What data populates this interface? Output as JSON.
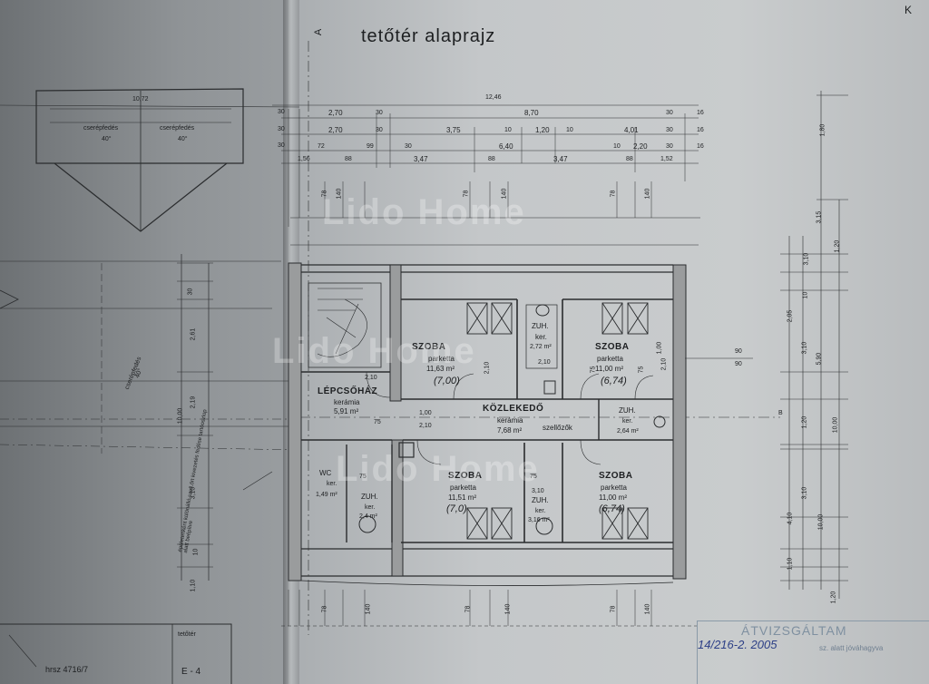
{
  "title": "tetőtér alaprajz",
  "rooms": {
    "lepcsohaz": {
      "name": "LÉPCSŐHÁZ",
      "floor": "kerámia",
      "area": "5,91 m²"
    },
    "szoba1": {
      "name": "SZOBA",
      "floor": "parketta",
      "area": "11,63 m²",
      "hand": "(7,00)"
    },
    "zuh1": {
      "name": "ZUH.",
      "floor": "ker.",
      "area": "2,72 m²"
    },
    "szoba2": {
      "name": "SZOBA",
      "floor": "parketta",
      "area": "11,00 m²",
      "hand": "(6,74)"
    },
    "kozleked": {
      "name": "KÖZLEKEDŐ",
      "floor": "kerámia",
      "area": "7,68 m²",
      "note": "szellőzők"
    },
    "zuh2": {
      "name": "ZUH.",
      "floor": "ker.",
      "area": "2,64 m²"
    },
    "wc": {
      "name": "WC",
      "floor": "ker.",
      "area": "1,49 m²"
    },
    "zuh3": {
      "name": "ZUH.",
      "floor": "ker.",
      "area": "2,4 m²"
    },
    "szoba3": {
      "name": "SZOBA",
      "floor": "parketta",
      "area": "11,51 m²",
      "hand": "(7,0)"
    },
    "zuh4": {
      "name": "ZUH.",
      "floor": "ker.",
      "area": "3,16 m²"
    },
    "szoba4": {
      "name": "SZOBA",
      "floor": "parketta",
      "area": "11,00 m²",
      "hand": "(6,74)"
    }
  },
  "dims": {
    "total_top": "12,46",
    "row1": [
      "30",
      "2,70",
      "30",
      "8,70",
      "30",
      "16"
    ],
    "row2": [
      "30",
      "2,70",
      "30",
      "3,75",
      "10",
      "1,20",
      "10",
      "4,01",
      "30",
      "16"
    ],
    "row3": [
      "30",
      "72",
      "99",
      "30",
      "6,40",
      "10",
      "2,20",
      "30",
      "16"
    ],
    "row4": [
      "1,56",
      "88",
      "3,47",
      "88",
      "3,47",
      "88",
      "1,52"
    ],
    "verticals": [
      "78",
      "140",
      "78",
      "140",
      "78",
      "140",
      "78",
      "140"
    ],
    "right": [
      "1,80",
      "3,15",
      "1,20",
      "3,10",
      "10",
      "2,05",
      "3,10",
      "5,90",
      "10,00",
      "1,20",
      "3,10",
      "4,10",
      "1,10",
      "1,20",
      "10,00"
    ],
    "left_vertical": [
      "30",
      "2,61",
      "2,19",
      "10,00",
      "3,10",
      "10",
      "1,10"
    ],
    "misc": [
      "90",
      "90",
      "2,10",
      "2,10",
      "75",
      "75",
      "1,00",
      "2,10",
      "2,10",
      "75",
      "1,00",
      "2,10",
      "75",
      "3,10",
      "75"
    ]
  },
  "roof_labels": {
    "l1": "cserépfedés",
    "l2": "cserépfedés",
    "l1_angle": "40°",
    "l2_angle": "40°",
    "l3": "cserépfedés",
    "l3_angle": "40°",
    "top": "10,72"
  },
  "side_note": "épületenként különálló szell.őrt kivezetés fedése tartóoszlop alatt beépítve",
  "title_block": {
    "code": "E - 4",
    "label": "tetőtér",
    "ref": "hrsz 4716/7"
  },
  "stamp": {
    "header": "ÁTVIZSGÁLTAM",
    "handwriting": "14/216-2.  2005",
    "note": "sz. alatt jóváhagyva"
  },
  "corner": "K",
  "watermark": "Lido Home",
  "label_b": "B"
}
